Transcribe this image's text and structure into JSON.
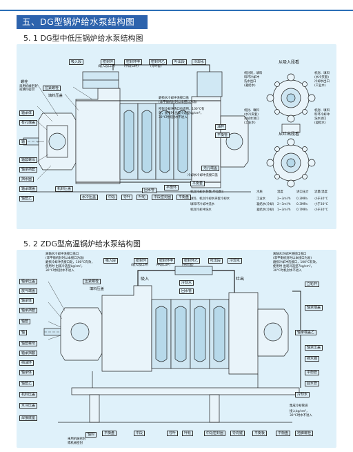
{
  "page": {
    "section_title": "五、DG型锅炉给水泵结构图",
    "sub1": "5. 1 DG型中低压锅炉给水泵结构图",
    "sub2": "5. 2 ZDG型高温锅炉给水泵结构图"
  },
  "diagram1": {
    "top_labels": [
      "吸入段",
      "密封环",
      "密封环甲",
      "密封环乙",
      "叶出段",
      "冷却水"
    ],
    "top_sublabels": [
      "(吸入段口环)",
      "(中段口环)",
      "(导叶套)"
    ],
    "left_labels": [
      "螺栓",
      "拉紧螺栓",
      "填料压盖",
      "轴承体",
      "有孔端盖",
      "轴",
      "轴套螺母",
      "轴承挡套",
      "挡水圈",
      "轴承端盖",
      "轴套乙",
      "机封压盖"
    ],
    "left_notes": [
      "采用机械密封",
      "或填料密封"
    ],
    "bottom_labels": [
      "水冷压盖",
      "中段",
      "导叶",
      "叶轮",
      "中段密封圈",
      "平衡盘"
    ],
    "right_labels": [
      "平衡套",
      "回水管",
      "平衡环",
      "无孔端盖",
      "油杯",
      "平衡管"
    ],
    "mid_notes": [
      "冷却水接水口",
      "磨损水冷却冲洗接口盖",
      "(非平衡机封时以本接口为准)",
      "冷却水冷却冲洗接口盖"
    ],
    "flow_note": [
      "密封冷却冲洗口也适用，100°C有",
      "效，使用时 出现冷选型kg/cm²，",
      "30°C时机封水不进入"
    ],
    "top_view_title": "从吸入段看",
    "bottom_view_title": "从吐出段看",
    "view_labels": [
      "机封的，填料",
      "料环冷却冲",
      "洗水出口",
      "(凝结水)",
      "机封、填料",
      "(水冷夹套)",
      "冷却水出口",
      "(工业水)",
      "机封、填料",
      "(水冷夹套)",
      "冷却水进口",
      "(工业水)",
      "机封、填料",
      "料环冷却冲",
      "洗水进口",
      "(凝结水)"
    ],
    "spec_header": [
      "机封冷却水参数(单位数):",
      "水质",
      "温度",
      "进口压力",
      "流量/温度"
    ],
    "spec_rows": [
      [
        "填料、机封冷却水夹套冷却水",
        "工业水",
        "2~3m³/h",
        "0.3MPa",
        "小于30°C"
      ],
      [
        "填料环冷却冲洗水",
        "凝结水(冷却)",
        "2~3m³/h",
        "0.3MPa",
        "小于30°C"
      ],
      [
        "机封冷却冲洗水",
        "凝结水(冷却)",
        "1~3m³/h",
        "0.7MPa",
        "小于30°C"
      ]
    ]
  },
  "diagram2": {
    "top_labels": [
      "吸入段",
      "密封环",
      "密封环甲",
      "密封环乙",
      "吐出段",
      "冷却水"
    ],
    "top_sublabels": [
      "(吸入段口环)",
      "(中段口环)",
      "(导叶套)"
    ],
    "top_left_note": [
      "离轴水冷却冲洗接口盖口",
      "(非平衡机封时以本接口为准)",
      "磨损冷却冲洗接口处，100°C有效，",
      "使用时 出现冷选型kg/cm²，",
      "30°C时机封水不进入"
    ],
    "top_right_note": [
      "离轴水冷却冲洗接口盖口",
      "(非平衡机封时以本接口为准)",
      "磨损冷却冲洗接口，100°C有效，",
      "使用时 出现冷选型7kg/cm²，",
      "30°C时机封水不进入"
    ],
    "inner_labels": [
      "吸入",
      "吐出",
      "冷却水",
      "压紧螺栓",
      "填料压盖",
      "回水管"
    ],
    "left_labels": [
      "轴承压盖",
      "放气端盖",
      "轴承体",
      "轴承挡套",
      "轴套",
      "轴",
      "轴套螺母",
      "轴承挡套",
      "挡油环",
      "轴承体",
      "轴套乙",
      "机封压盖",
      "水冷压盖",
      "焊接底座"
    ],
    "right_labels": [
      "立轮杆",
      "轴承端盖",
      "轴承端盖乙",
      "轴承压盖",
      "挡水圈",
      "平衡管",
      "回水管",
      "冷却水",
      "地脚螺栓"
    ],
    "right_notes": [
      "集成冷却管道",
      "接入kg/cm²，",
      "30°C时水不进入"
    ],
    "bottom_labels": [
      "轴封",
      "平衡盘",
      "中段",
      "导叶",
      "叶轮",
      "中段密封圈",
      "导向键",
      "平衡板",
      "平衡盘"
    ],
    "bottom_note": [
      "采用机械密封",
      "或机械密封"
    ]
  },
  "colors": {
    "panel": "#dff1fa",
    "header": "#2d63ad",
    "line": "#1e1e1e"
  }
}
